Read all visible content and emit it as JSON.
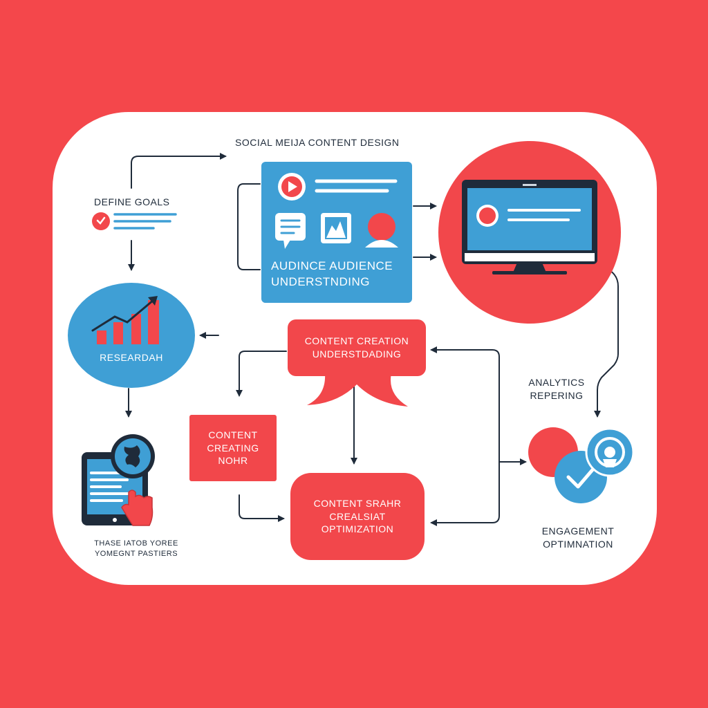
{
  "title": "SOCIAL MEIJA CONTENT DESIGN",
  "define_goals": "DEFINE GOALS",
  "audience_panel": {
    "line1": "AUDINCE AUDIENCE",
    "line2": "UNDERSTNDING"
  },
  "research": "RESEARDAH",
  "content_creation": {
    "line1": "CONTENT CREATION",
    "line2": "UNDERSTDADING"
  },
  "analytics": {
    "line1": "ANALYTICS",
    "line2": "REPERING"
  },
  "content_creating": {
    "line1": "CONTENT",
    "line2": "CREATING",
    "line3": "NOHR"
  },
  "content_optimization": {
    "line1": "CONTENT SRAHR",
    "line2": "CREALSIAT",
    "line3": "OPTIMIZATION"
  },
  "engagement": {
    "line1": "ENGAGEMENT",
    "line2": "OPTIMNATION"
  },
  "tablet_caption": {
    "line1": "THASE IATOB YOREE",
    "line2": "YOMEGNT PASTIERS"
  },
  "colors": {
    "background": "#f4474b",
    "red": "#f2474b",
    "blue": "#3f9fd5",
    "dark": "#1f2b3a",
    "white": "#ffffff"
  },
  "icons": [
    "play-icon",
    "chat-icon",
    "image-icon",
    "user-icon",
    "bar-chart-icon",
    "monitor-icon",
    "tablet-icon",
    "globe-icon",
    "pointer-hand-icon",
    "checkmark-icon",
    "target-icon"
  ]
}
